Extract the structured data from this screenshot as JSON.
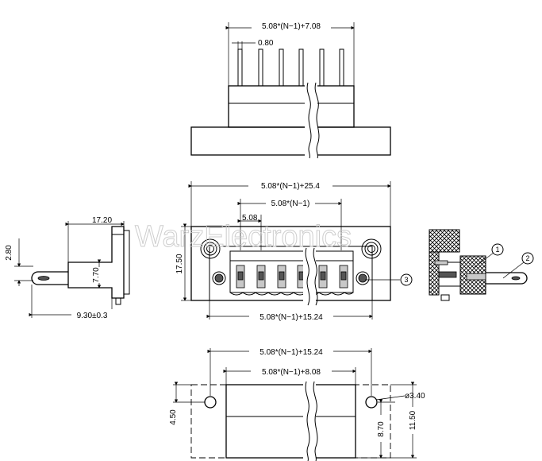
{
  "watermark": "WarzElectronics",
  "top_view": {
    "overall_width": "5.08*(N−1)+7.08",
    "pin_width": "0.80"
  },
  "front_view": {
    "flange_width": "5.08*(N−1)+25.4",
    "pitch_span": "5.08*(N−1)",
    "pitch": "5.08",
    "height": "17.50",
    "body_width": "5.08*(N−1)+15.24",
    "callout_3": "3"
  },
  "side_view": {
    "depth": "17.20",
    "pin_offset": "2.80",
    "body_height": "7.70",
    "pin_length": "9.30±0.3"
  },
  "section_view": {
    "callout_1": "1",
    "callout_2": "2"
  },
  "panel_cutout": {
    "hole_spacing": "5.08*(N−1)+15.24",
    "window_width": "5.08*(N−1)+8.08",
    "hole_diameter": "ø3.40",
    "edge_offset": "4.50",
    "hole_to_bottom": "8.70",
    "window_height": "11.50"
  }
}
